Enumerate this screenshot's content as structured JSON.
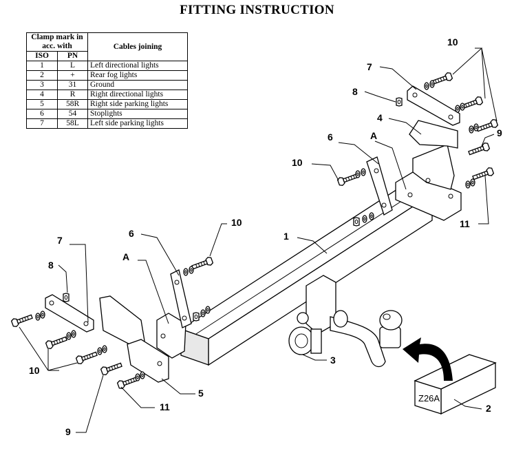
{
  "title": "FITTING INSTRUCTION",
  "table": {
    "header_clamp": "Clamp mark in acc. with",
    "header_cables": "Cables joining",
    "header_iso": "ISO",
    "header_pn": "PN",
    "rows": [
      {
        "iso": "1",
        "pn": "L",
        "cable": "Left directional lights"
      },
      {
        "iso": "2",
        "pn": "+",
        "cable": "Rear fog lights"
      },
      {
        "iso": "3",
        "pn": "31",
        "cable": "Ground"
      },
      {
        "iso": "4",
        "pn": "R",
        "cable": "Right directional lights"
      },
      {
        "iso": "5",
        "pn": "58R",
        "cable": "Right side parking lights"
      },
      {
        "iso": "6",
        "pn": "54",
        "cable": "Stoplights"
      },
      {
        "iso": "7",
        "pn": "58L",
        "cable": "Left side parking lights"
      }
    ]
  },
  "labels": {
    "p1": "1",
    "p2": "2",
    "p3": "3",
    "p4": "4",
    "p5": "5",
    "p6_right": "6",
    "p6_left": "6",
    "p7_right": "7",
    "p7_left": "7",
    "p8_right": "8",
    "p8_left": "8",
    "p9_right": "9",
    "p9_left": "9",
    "p10_top": "10",
    "p10_mid_right": "10",
    "p10_mid": "10",
    "p10_left": "10",
    "p11_right": "11",
    "p11_left": "11",
    "a_right": "A",
    "a_left": "A",
    "box_code": "Z26A"
  }
}
